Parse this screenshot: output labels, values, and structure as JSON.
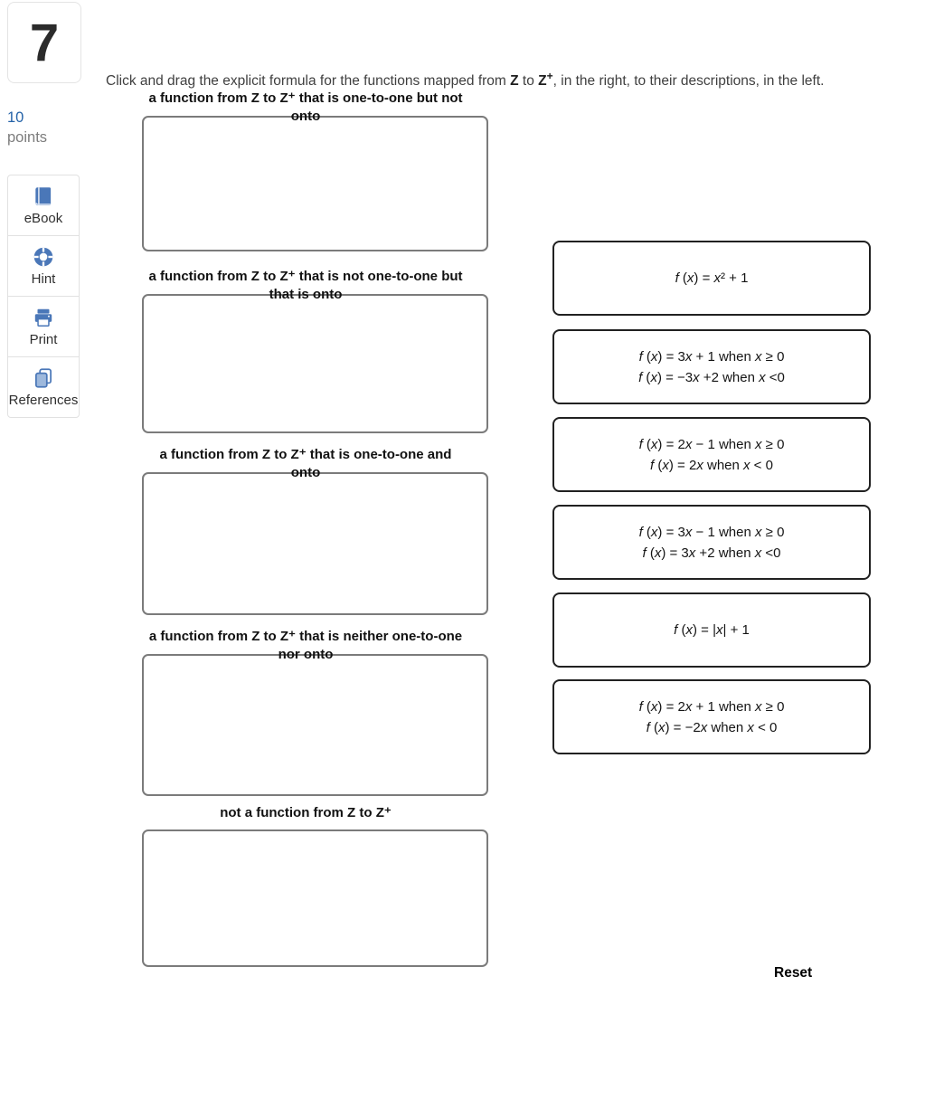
{
  "question": {
    "number": "7",
    "points_value": "10",
    "points_label": "points"
  },
  "tools": {
    "items": [
      {
        "icon": "ebook-icon",
        "label": "eBook"
      },
      {
        "icon": "hint-icon",
        "label": "Hint"
      },
      {
        "icon": "print-icon",
        "label": "Print"
      },
      {
        "icon": "references-icon",
        "label": "References"
      }
    ]
  },
  "instruction": {
    "prefix": "Click and drag the explicit formula for the functions mapped from ",
    "z_bold": "Z",
    "mid": " to ",
    "z_plus_base": "Z",
    "z_plus_sup": "+",
    "suffix": ", in the right, to their descriptions, in the left."
  },
  "drop_targets": [
    {
      "label_line1": "a function from Z to Z⁺ that is one-to-one but not",
      "label_line2": "onto"
    },
    {
      "label_line1": "a function from Z to Z⁺ that is not one-to-one but",
      "label_line2": "that is onto"
    },
    {
      "label_line1": "a function from Z to Z⁺ that is one-to-one and",
      "label_line2": "onto"
    },
    {
      "label_line1": "a function from Z to Z⁺ that is neither one-to-one",
      "label_line2": "nor onto"
    },
    {
      "label_line1": "not a function from Z to Z⁺",
      "label_line2": ""
    }
  ],
  "formulas": [
    {
      "lines": [
        "f (x) = x² + 1"
      ]
    },
    {
      "lines": [
        "f (x) = 3x + 1 when x ≥ 0",
        "f (x) = −3x +2 when x <0"
      ]
    },
    {
      "lines": [
        "f (x) = 2x − 1 when x ≥ 0",
        "f (x) = 2x when x < 0"
      ]
    },
    {
      "lines": [
        "f (x) = 3x − 1 when x ≥ 0",
        "f (x) = 3x +2 when x <0"
      ]
    },
    {
      "lines": [
        "f (x) = |x| + 1"
      ]
    },
    {
      "lines": [
        "f (x) = 2x + 1 when x ≥ 0",
        "f (x) = −2x when x < 0"
      ]
    }
  ],
  "reset_label": "Reset",
  "colors": {
    "icon_blue": "#4a77b8",
    "points_blue": "#2563a8",
    "drop_zone_border": "#7b7b7b",
    "formula_border": "#212121",
    "sidebar_border": "#e1e1e1",
    "instruction_text": "#3f3f3f",
    "label_text": "#111111"
  }
}
